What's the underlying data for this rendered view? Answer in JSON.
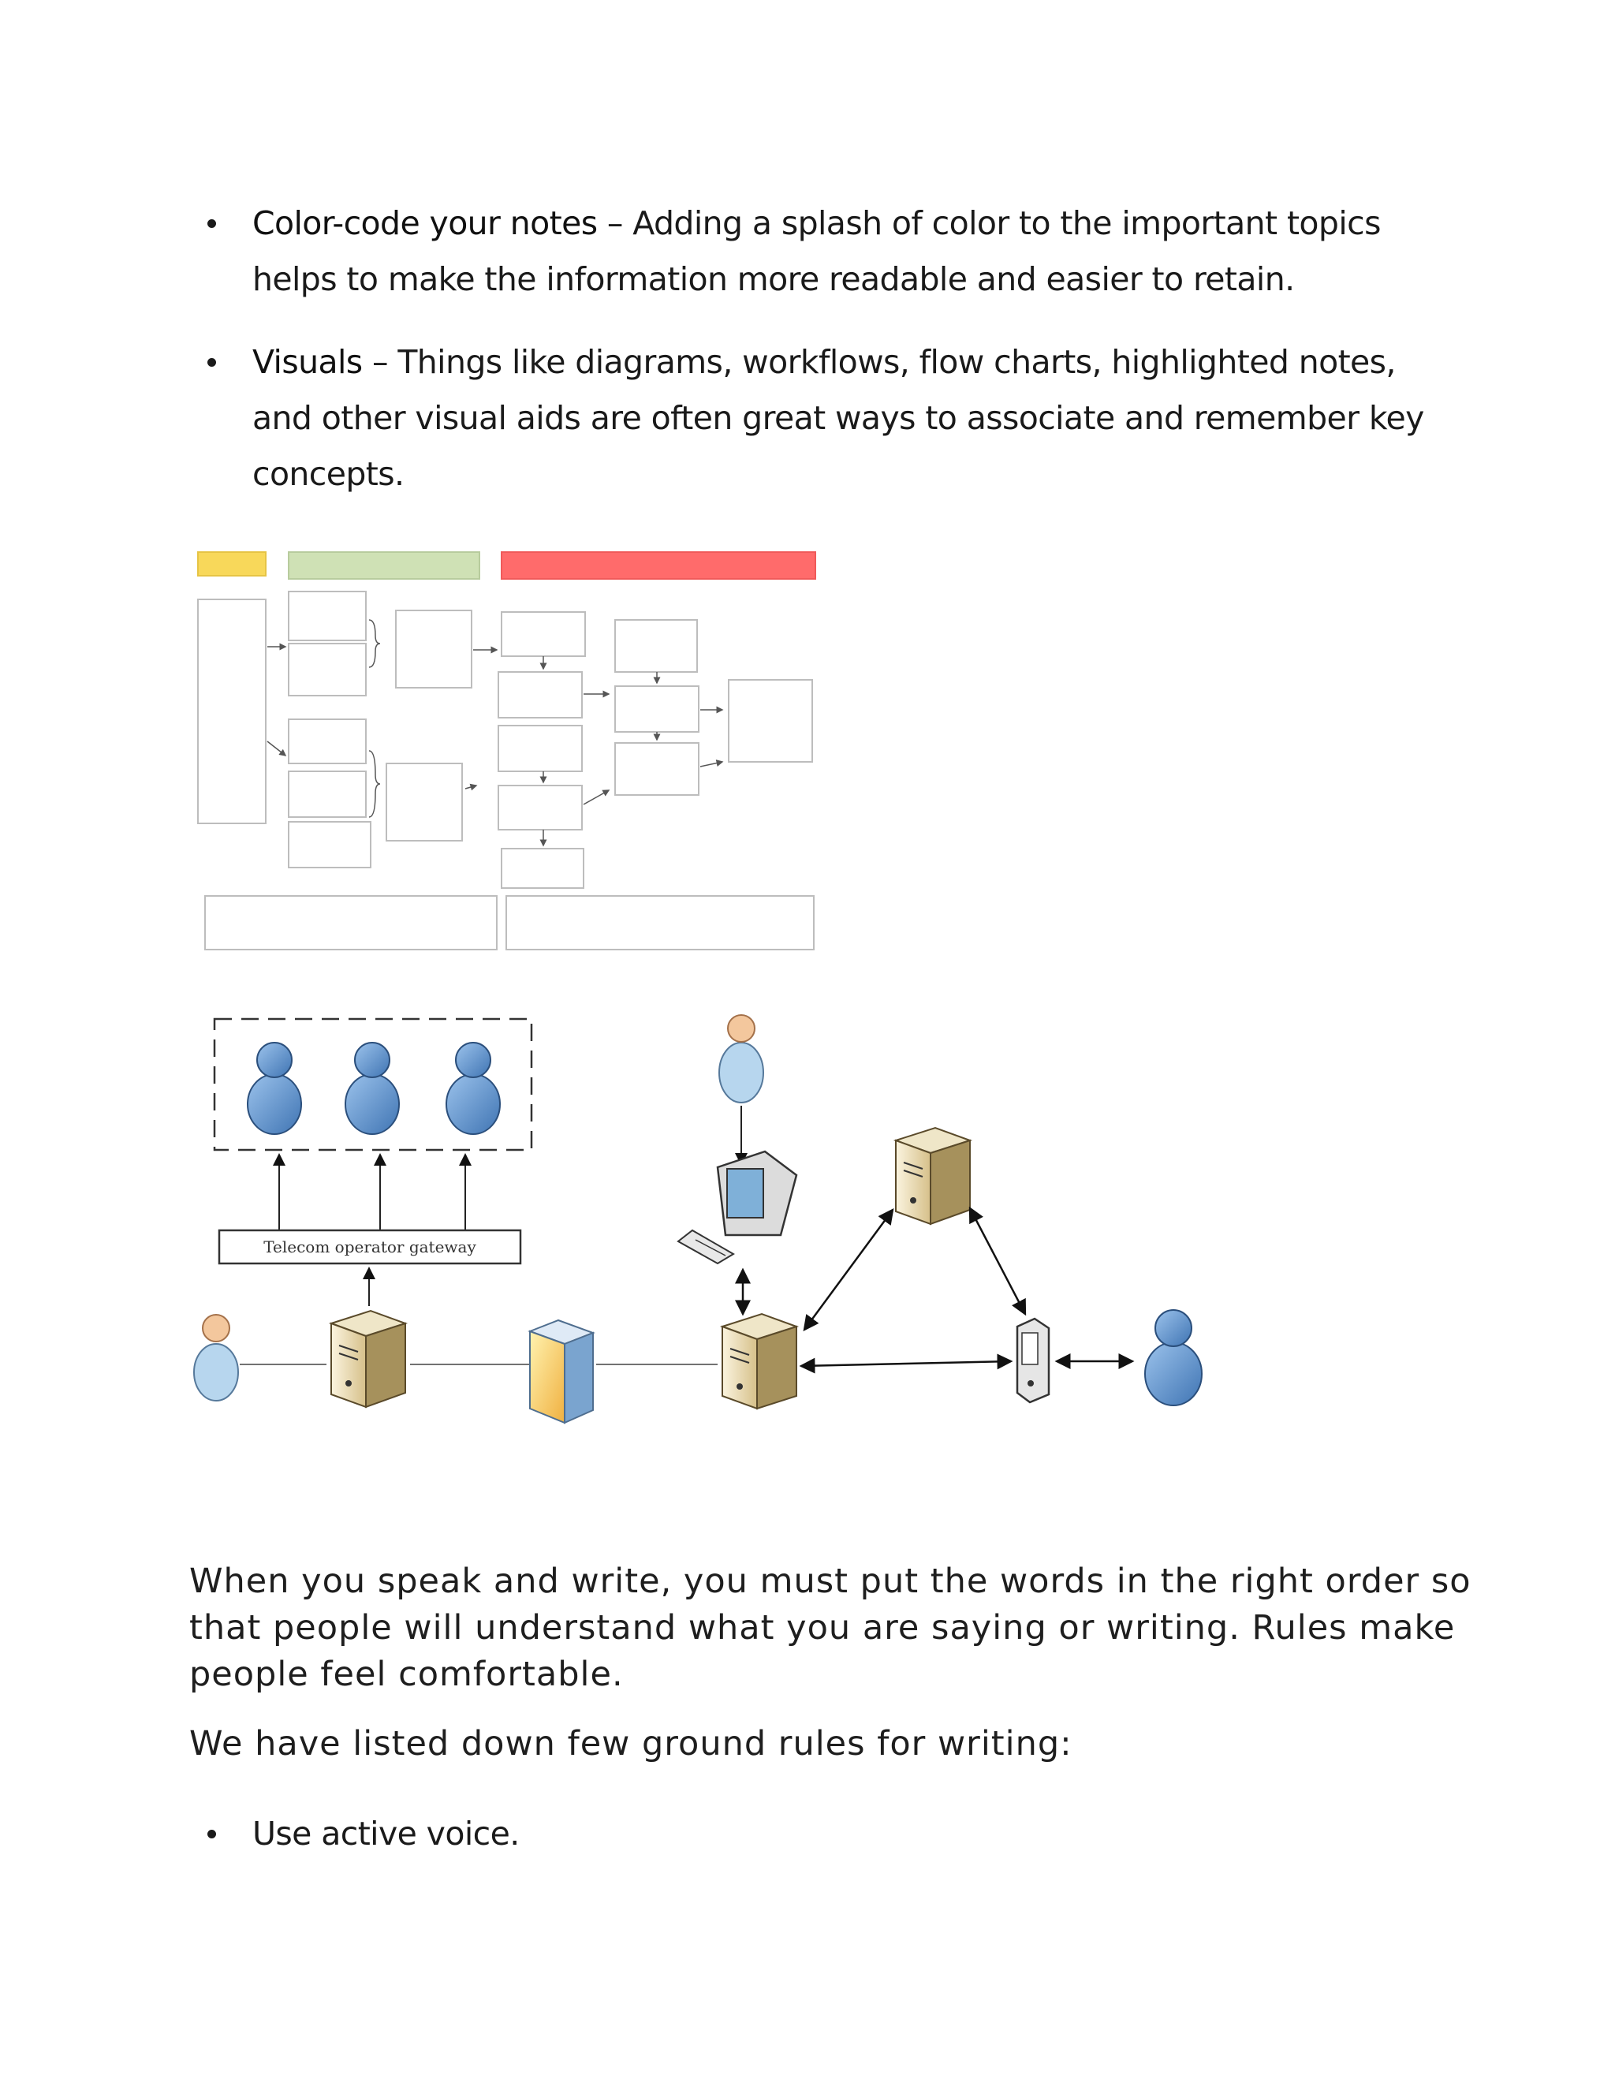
{
  "bullets_top": [
    {
      "term": "Color-code your notes",
      "separator": " – ",
      "text": "Adding a splash of color to the important topics helps to make the information more readable and easier to retain."
    },
    {
      "term": "Visuals",
      "separator": " – ",
      "text": "Things like diagrams, workflows, flow charts, highlighted notes, and other visual aids are often great ways to associate and remember key concepts."
    }
  ],
  "network_diagram": {
    "gateway_label": "Telecom operator gateway"
  },
  "paragraphs": [
    "When you speak and write, you must put the words in the right order so that people will understand what you are saying or writing. Rules make people feel comfortable.",
    "We have listed down few ground rules for writing:"
  ],
  "bullets_bottom": [
    {
      "text": "Use active voice."
    }
  ],
  "colors": {
    "yellow": "#f8d85a",
    "green": "#cfe1b5",
    "red": "#ff6b6b",
    "person_blue": "#5b8fc9"
  }
}
